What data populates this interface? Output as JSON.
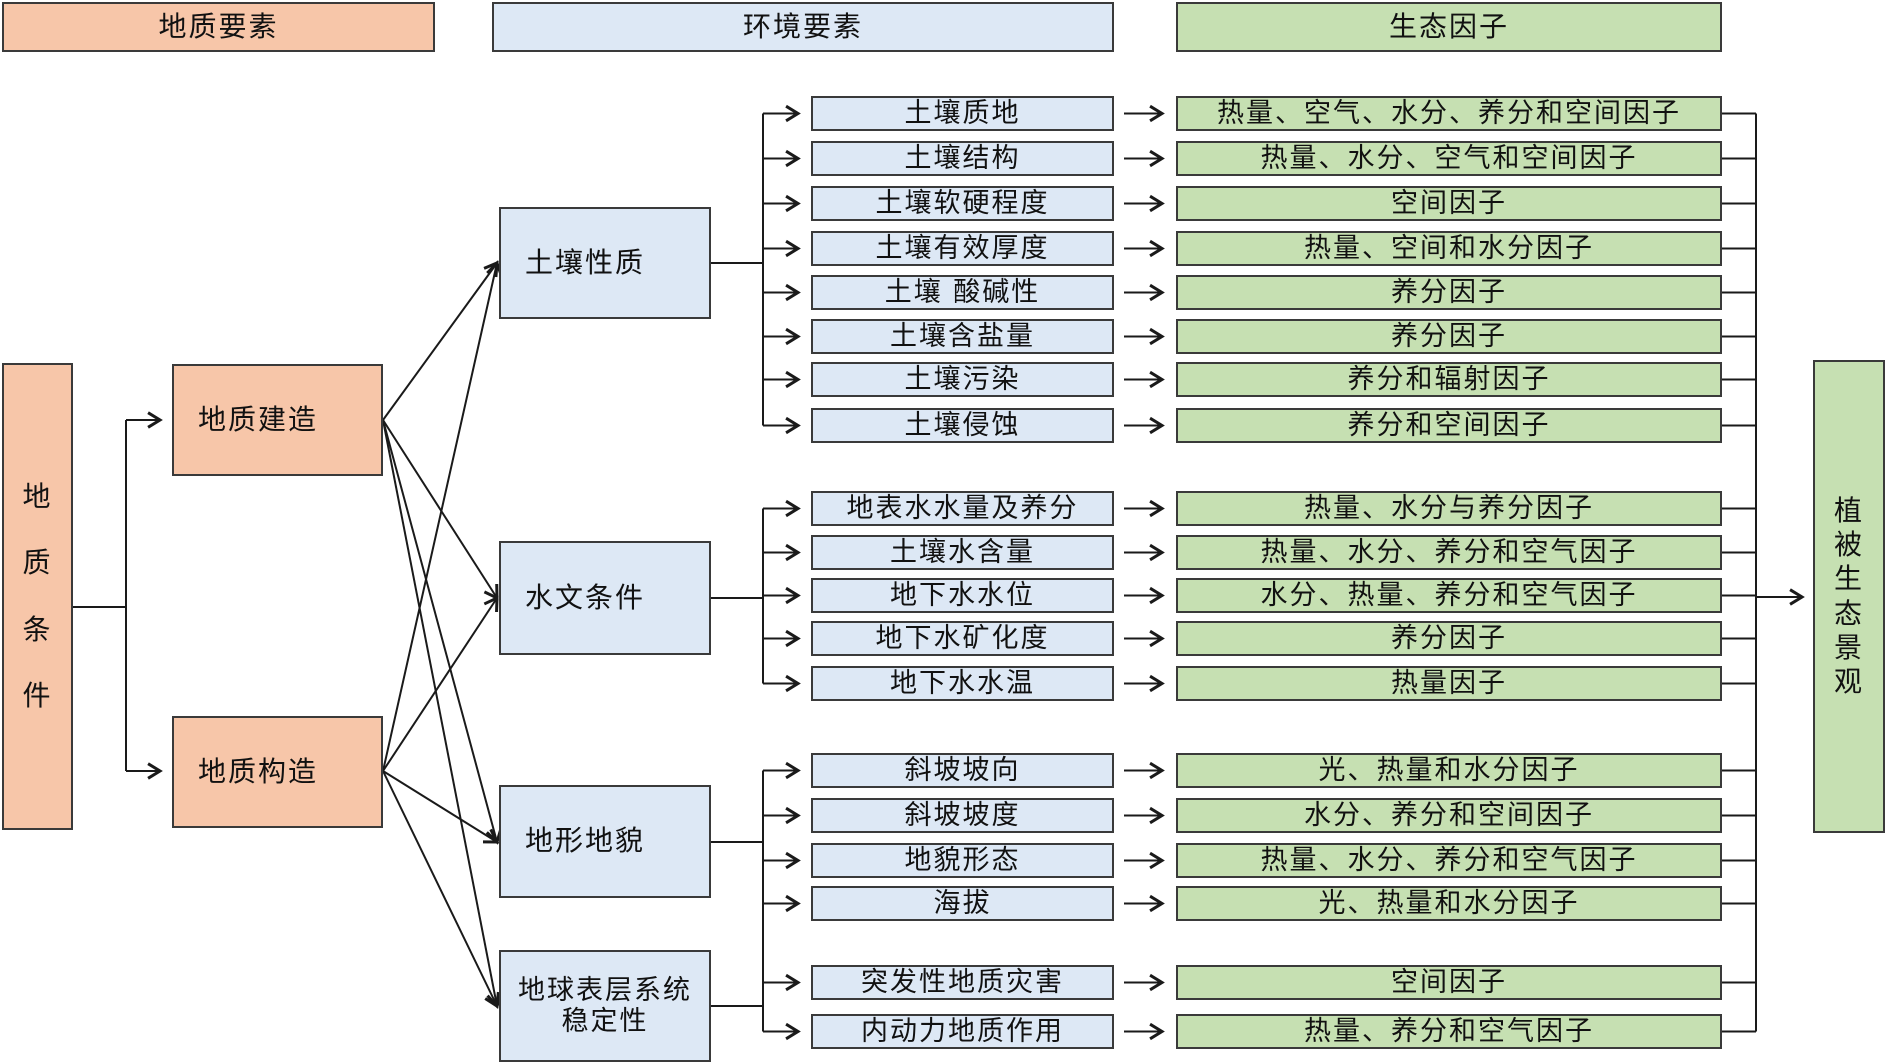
{
  "headers": {
    "geology": "地质要素",
    "environment": "环境要素",
    "ecology": "生态因子"
  },
  "root": {
    "chars": [
      "地",
      "质",
      "条",
      "件"
    ]
  },
  "geo": {
    "construction": "地质建造",
    "structure": "地质构造"
  },
  "categories": {
    "soil": "土壤性质",
    "hydro": "水文条件",
    "terrain": "地形地貌",
    "stability": "地球表层系统稳定性"
  },
  "env_items": [
    "土壤质地",
    "土壤结构",
    "土壤软硬程度",
    "土壤有效厚度",
    "土壤 酸碱性",
    "土壤含盐量",
    "土壤污染",
    "土壤侵蚀",
    "地表水水量及养分",
    "土壤水含量",
    "地下水水位",
    "地下水矿化度",
    "地下水水温",
    "斜坡坡向",
    "斜坡坡度",
    "地貌形态",
    "海拔",
    "突发性地质灾害",
    "内动力地质作用"
  ],
  "eco_items": [
    "热量、空气、水分、养分和空间因子",
    "热量、水分、空气和空间因子",
    "空间因子",
    "热量、空间和水分因子",
    "养分因子",
    "养分因子",
    "养分和辐射因子",
    "养分和空间因子",
    "热量、水分与养分因子",
    "热量、水分、养分和空气因子",
    "水分、热量、养分和空气因子",
    "养分因子",
    "热量因子",
    "光、热量和水分因子",
    "水分、养分和空间因子",
    "热量、水分、养分和空气因子",
    "光、热量和水分因子",
    "空间因子",
    "热量、养分和空气因子"
  ],
  "output": {
    "chars": [
      "植",
      "被",
      "生",
      "态",
      "景",
      "观"
    ]
  },
  "colors": {
    "geology": "#f7c6a9",
    "environment": "#dde8f5",
    "ecology": "#c6e0b2",
    "line": "#1a1a1a"
  }
}
